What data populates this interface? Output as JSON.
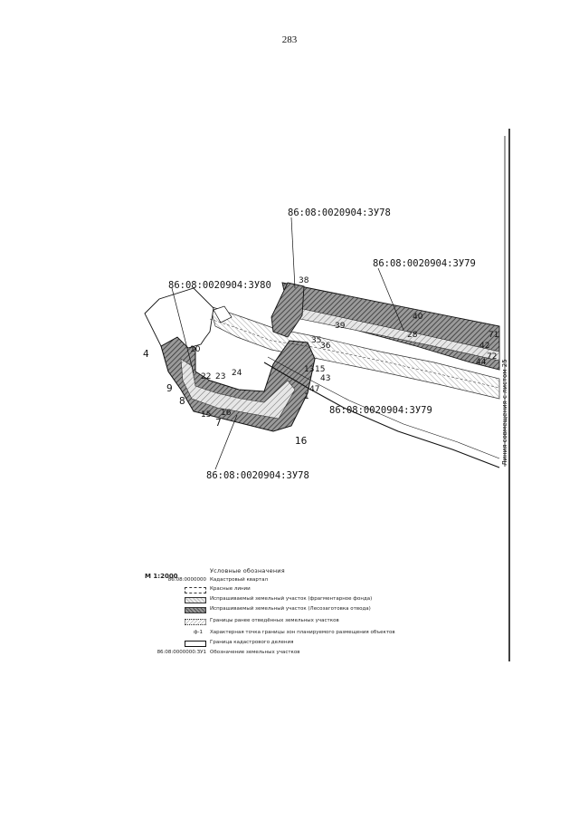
{
  "page": {
    "number": "283"
  },
  "map": {
    "parcel_labels": {
      "top": "86:08:0020904:ЗУ78",
      "right": "86:08:0020904:ЗУ79",
      "left": "86:08:0020904:ЗУ80",
      "mid": "86:08:0020904:ЗУ79",
      "bottom": "86:08:0020904:ЗУ78"
    },
    "edge_note": "Линия совмещения с листом 25",
    "points": {
      "p4": "4",
      "p9": "9",
      "p8": "8",
      "p7": "7",
      "p15a": "15",
      "p16a": "16",
      "p22": "22",
      "p23": "23",
      "p24": "24",
      "p13": "13",
      "p15b": "15",
      "p43": "43",
      "p47": "47",
      "p1": "1",
      "p16b": "16",
      "p36": "36",
      "p35": "35",
      "p38": "38",
      "p39": "39",
      "p40": "40",
      "p42": "42",
      "p44": "44",
      "p71": "71",
      "p72": "72",
      "p28": "28",
      "p10": "10"
    }
  },
  "legend": {
    "scale": "М 1:2000",
    "title": "Условные обозначения",
    "items": [
      {
        "code": "86:08:0000000",
        "text": "Кадастровый квартал"
      },
      {
        "code": "",
        "text": "Красные линии"
      },
      {
        "code": "",
        "text": "Испрашиваемый земельный участок (фрагментарное фонда)"
      },
      {
        "code": "",
        "text": "Испрашиваемый земельный участок (Лесозаготовка отвода)"
      },
      {
        "code": "",
        "text": "Границы ранее отведённых земельных участков"
      },
      {
        "code": "ф-1",
        "text": "Характерная точка границы зон планируемого размещения объектов"
      },
      {
        "code": "",
        "text": "Граница кадастрового деления"
      },
      {
        "code": "86:08:0000000:ЗУ1",
        "text": "Обозначение земельных участков"
      }
    ]
  }
}
